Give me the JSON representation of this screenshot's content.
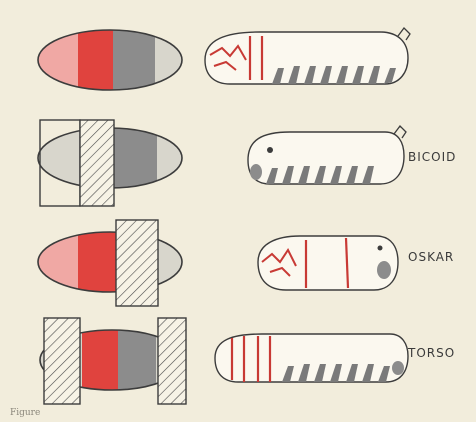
{
  "colors": {
    "background": "#f2eddc",
    "anterior_pink": "#f0a8a4",
    "thorax_red": "#e0433e",
    "abdomen_grey": "#8c8c8c",
    "posterior_light": "#d8d6cc",
    "larva_red_line": "#c83a35",
    "outline": "#3c3c3c"
  },
  "rows": [
    {
      "mutant_label": ""
    },
    {
      "mutant_label": "BICOID"
    },
    {
      "mutant_label": "OSKAR"
    },
    {
      "mutant_label": "TORSO"
    }
  ],
  "caption": "Figure"
}
